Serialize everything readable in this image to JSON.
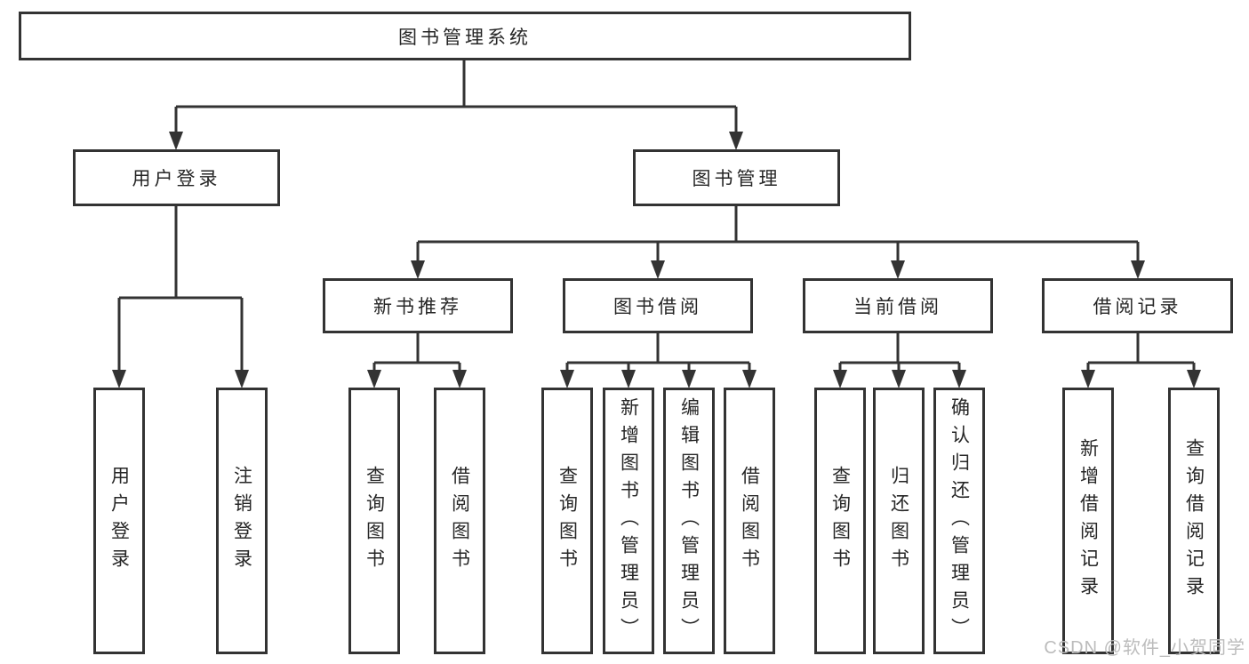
{
  "diagram": {
    "root": "图书管理系统",
    "level2": [
      "用户登录",
      "图书管理"
    ],
    "level3": [
      "新书推荐",
      "图书借阅",
      "当前借阅",
      "借阅记录"
    ],
    "leaves": [
      "用户登录",
      "注销登录",
      "查询图书",
      "借阅图书",
      "查询图书",
      "新增图书（管理员）",
      "编辑图书（管理员）",
      "借阅图书",
      "查询图书",
      "归还图书",
      "确认归还（管理员）",
      "新增借阅记录",
      "查询借阅记录"
    ]
  },
  "watermark": "CSDN @软件_小贺同学",
  "colors": {
    "background": "#ffffff",
    "border": "#333333",
    "line": "#333333",
    "text": "#262626",
    "watermark": "#bcbcbc"
  }
}
